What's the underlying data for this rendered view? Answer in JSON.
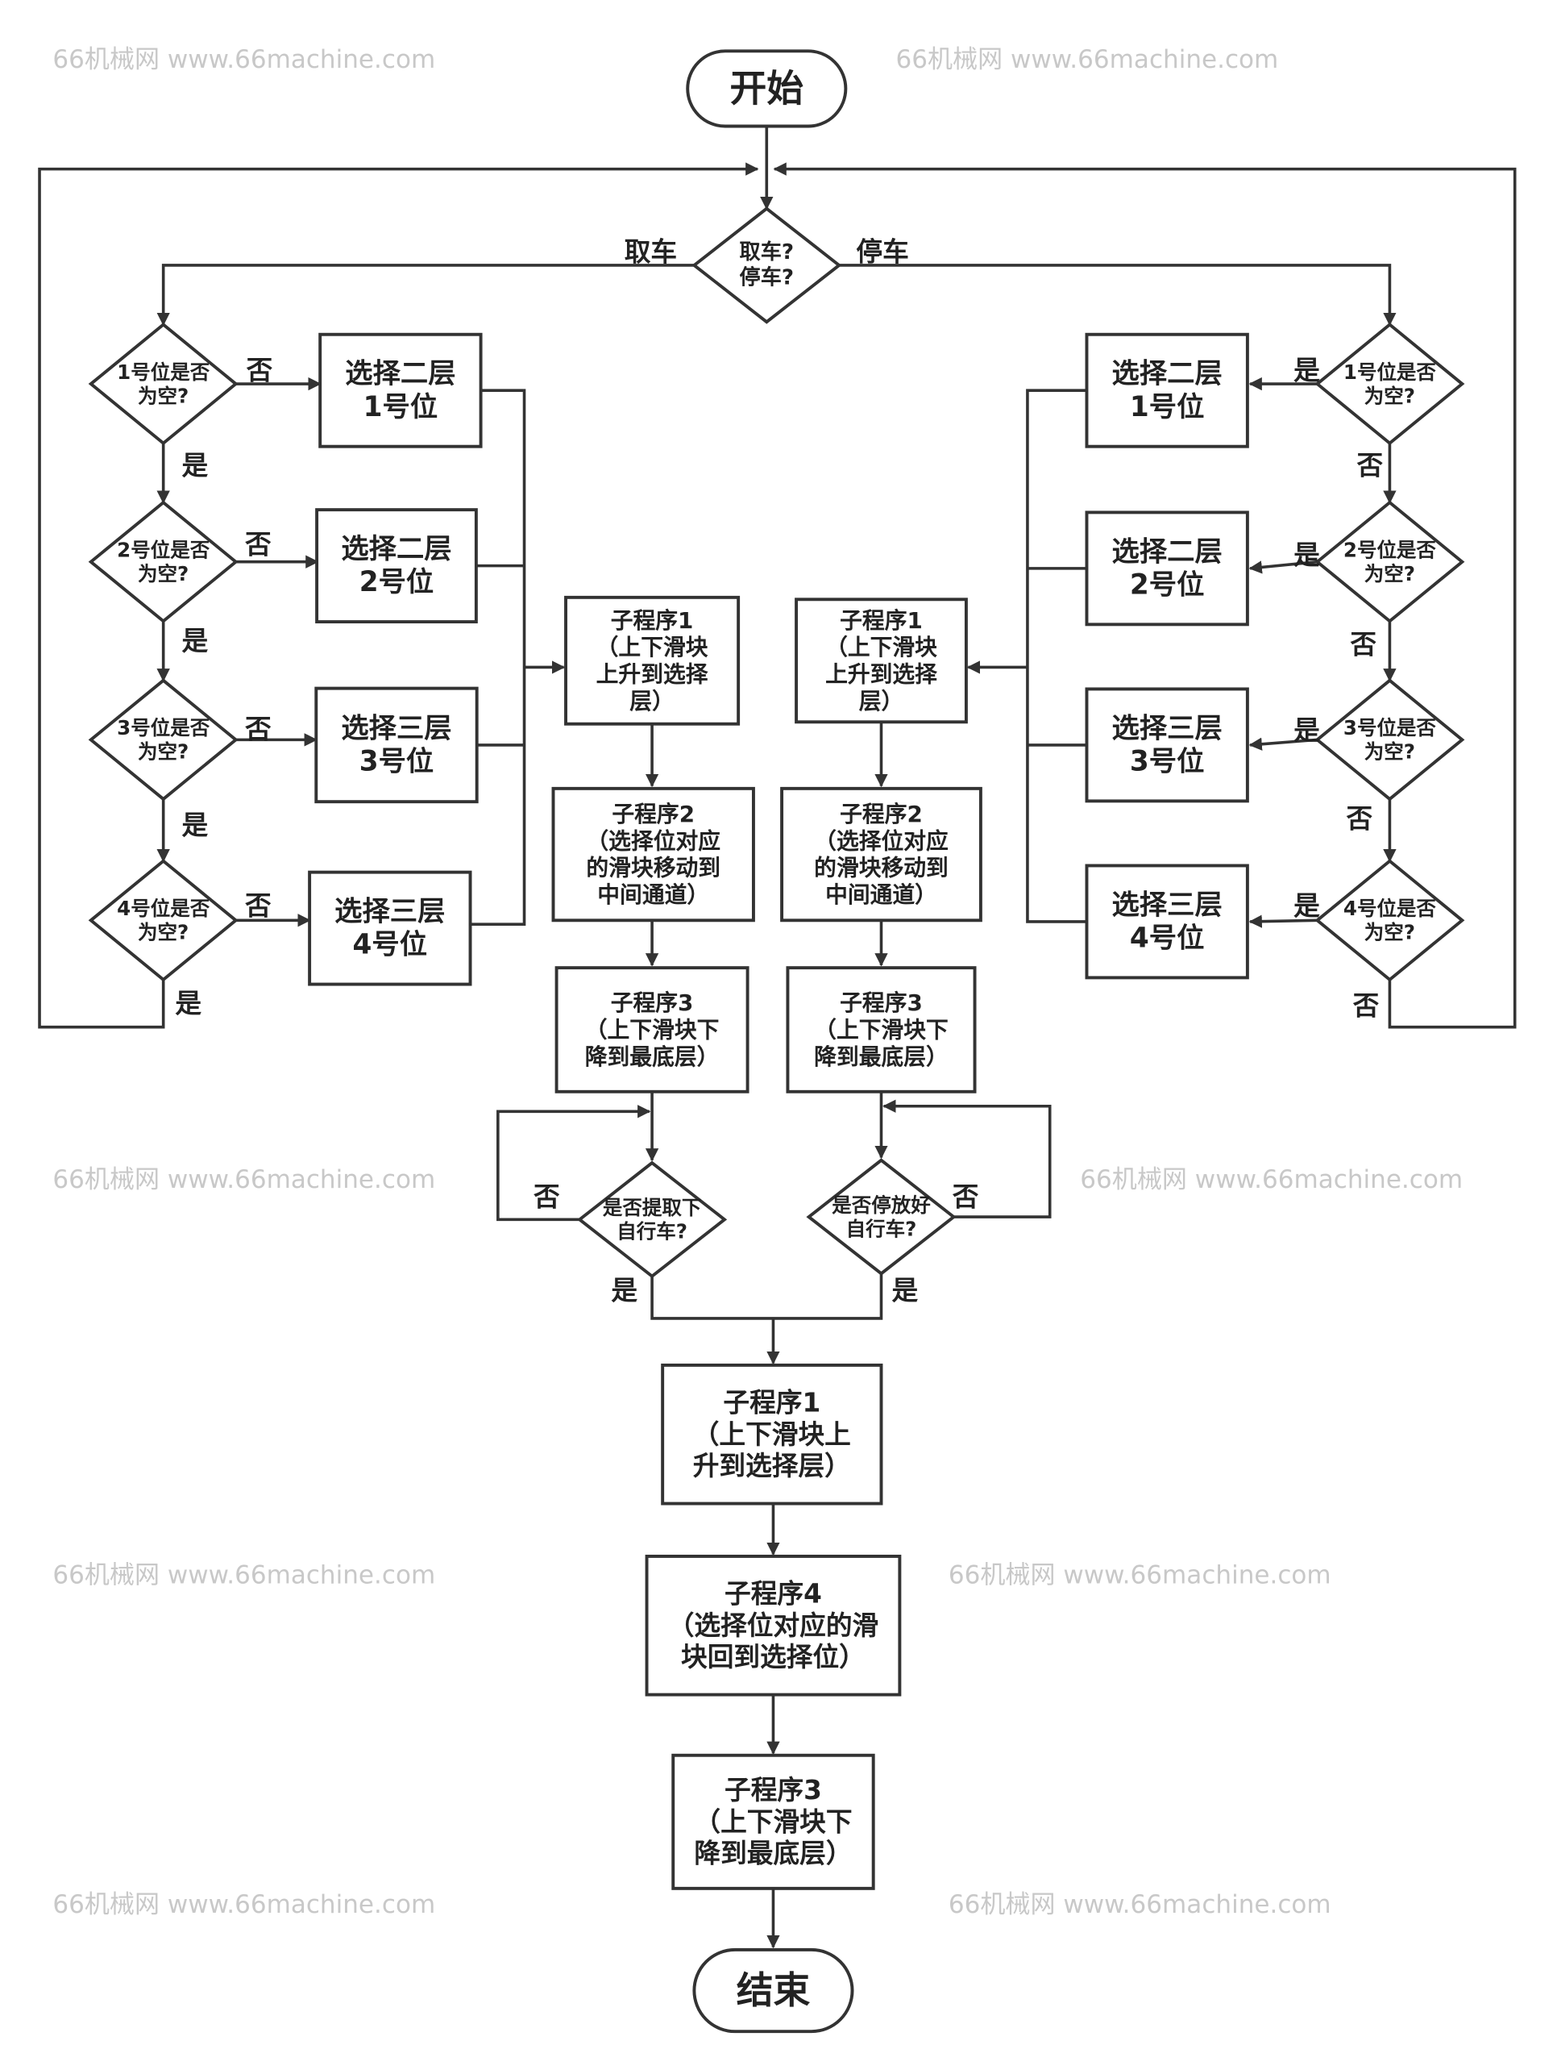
{
  "watermark": "66机械网 www.66machine.com",
  "nodes": {
    "start": {
      "lines": [
        "开始"
      ]
    },
    "q_main": {
      "lines": [
        "取车?",
        "停车?"
      ]
    },
    "L1": {
      "lines": [
        "1号位是否",
        "为空?"
      ]
    },
    "L2": {
      "lines": [
        "2号位是否",
        "为空?"
      ]
    },
    "L3": {
      "lines": [
        "3号位是否",
        "为空?"
      ]
    },
    "L4": {
      "lines": [
        "4号位是否",
        "为空?"
      ]
    },
    "LB1": {
      "lines": [
        "选择二层",
        "1号位"
      ]
    },
    "LB2": {
      "lines": [
        "选择二层",
        "2号位"
      ]
    },
    "LB3": {
      "lines": [
        "选择三层",
        "3号位"
      ]
    },
    "LB4": {
      "lines": [
        "选择三层",
        "4号位"
      ]
    },
    "R1": {
      "lines": [
        "1号位是否",
        "为空?"
      ]
    },
    "R2": {
      "lines": [
        "2号位是否",
        "为空?"
      ]
    },
    "R3": {
      "lines": [
        "3号位是否",
        "为空?"
      ]
    },
    "R4": {
      "lines": [
        "4号位是否",
        "为空?"
      ]
    },
    "RB1": {
      "lines": [
        "选择二层",
        "1号位"
      ]
    },
    "RB2": {
      "lines": [
        "选择二层",
        "2号位"
      ]
    },
    "RB3": {
      "lines": [
        "选择三层",
        "3号位"
      ]
    },
    "RB4": {
      "lines": [
        "选择三层",
        "4号位"
      ]
    },
    "LSP1": {
      "lines": [
        "子程序1",
        "（上下滑块",
        "上升到选择",
        "层）"
      ]
    },
    "LSP2": {
      "lines": [
        "子程序2",
        "（选择位对应",
        "的滑块移动到",
        "中间通道）"
      ]
    },
    "LSP3": {
      "lines": [
        "子程序3",
        "（上下滑块下",
        "降到最底层）"
      ]
    },
    "LD": {
      "lines": [
        "是否提取下",
        "自行车?"
      ]
    },
    "RSP1": {
      "lines": [
        "子程序1",
        "（上下滑块",
        "上升到选择",
        "层）"
      ]
    },
    "RSP2": {
      "lines": [
        "子程序2",
        "（选择位对应",
        "的滑块移动到",
        "中间通道）"
      ]
    },
    "RSP3": {
      "lines": [
        "子程序3",
        "（上下滑块下",
        "降到最底层）"
      ]
    },
    "RD": {
      "lines": [
        "是否停放好",
        "自行车?"
      ]
    },
    "M1": {
      "lines": [
        "子程序1",
        "（上下滑块上",
        "升到选择层）"
      ]
    },
    "M4": {
      "lines": [
        "子程序4",
        "（选择位对应的滑",
        "块回到选择位）"
      ]
    },
    "M3": {
      "lines": [
        "子程序3",
        "（上下滑块下",
        "降到最底层）"
      ]
    },
    "end": {
      "lines": [
        "结束"
      ]
    }
  },
  "labels": [
    "取车",
    "停车",
    "否",
    "否",
    "否",
    "否",
    "是",
    "是",
    "是",
    "是",
    "是",
    "是",
    "是",
    "是",
    "否",
    "否",
    "否",
    "否",
    "否",
    "是",
    "否",
    "是"
  ]
}
